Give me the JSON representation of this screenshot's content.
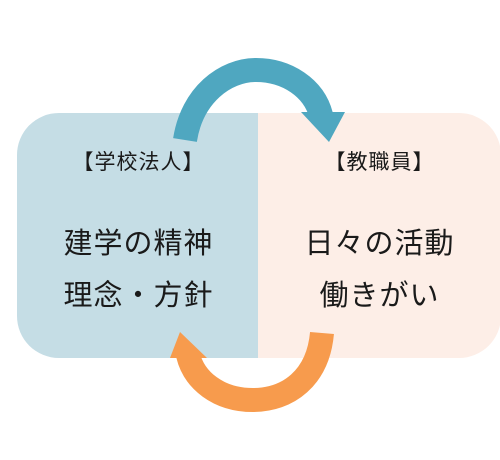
{
  "left_box": {
    "header": "【学校法人】",
    "lines": [
      "建学の精神",
      "理念・方針"
    ]
  },
  "right_box": {
    "header": "【教職員】",
    "lines": [
      "日々の活動",
      "働きがい"
    ]
  },
  "colors": {
    "left_box_fill": "#c5dde5",
    "right_box_fill": "#fdeee7",
    "top_arrow": "#4fa7c0",
    "bottom_arrow": "#f79b4d"
  },
  "arrows": [
    {
      "name": "top-arrow",
      "direction": "left-to-right"
    },
    {
      "name": "bottom-arrow",
      "direction": "right-to-left"
    }
  ]
}
